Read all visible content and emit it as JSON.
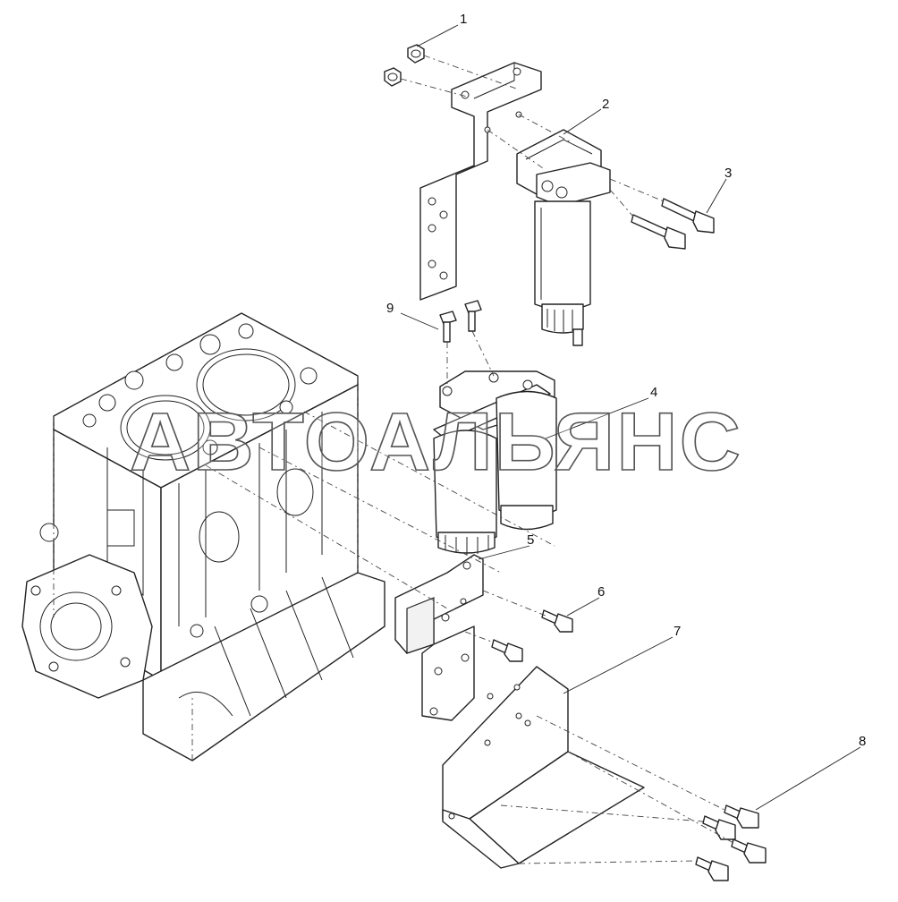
{
  "watermark": "АВТОАЛЬЯНС",
  "callouts": {
    "c1": "1",
    "c2": "2",
    "c3": "3",
    "c4": "4",
    "c5": "5",
    "c6": "6",
    "c7": "7",
    "c8": "8",
    "c9": "9"
  }
}
